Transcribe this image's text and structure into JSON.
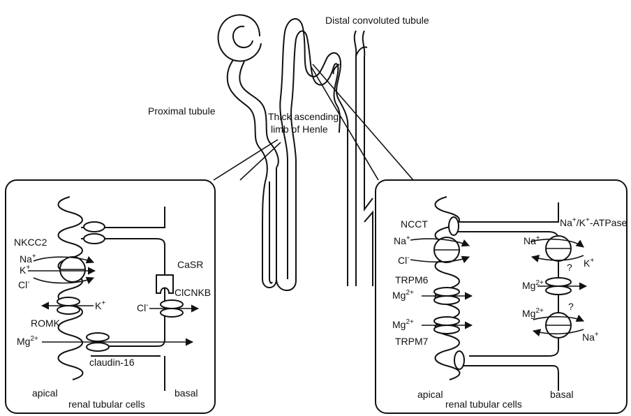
{
  "nephron": {
    "distal_label": "Distal convoluted tubule",
    "proximal_label": "Proximal tubule",
    "thick_label_1": "Thick ascending",
    "thick_label_2": "limb of Henle"
  },
  "left_panel": {
    "nkcc2": "NKCC2",
    "na": "Na",
    "na_sup": "+",
    "k": "K",
    "k_sup": "+",
    "cl": "Cl",
    "cl_sup": "-",
    "k_romk": "K",
    "k_romk_sup": "+",
    "romk": "ROMK",
    "mg": "Mg",
    "mg_sup": "2+",
    "claudin": "claudin-16",
    "casr": "CaSR",
    "clcnkb": "ClCNKB",
    "cl_basal": "Cl",
    "cl_basal_sup": "-",
    "apical": "apical",
    "basal": "basal",
    "cells": "renal tubular cells"
  },
  "right_panel": {
    "ncct": "NCCT",
    "na": "Na",
    "na_sup": "+",
    "cl": "Cl",
    "cl_sup": "-",
    "trpm6": "TRPM6",
    "mg1": "Mg",
    "mg1_sup": "2+",
    "mg2": "Mg",
    "mg2_sup": "2+",
    "trpm7": "TRPM7",
    "atpase_1": "Na",
    "atpase_sup1": "+",
    "atpase_2": "/K",
    "atpase_sup2": "+",
    "atpase_3": "-ATPase",
    "na_basal": "Na",
    "na_basal_sup": "+",
    "k_basal": "K",
    "k_basal_sup": "+",
    "q1": "?",
    "mg_basal": "Mg",
    "mg_basal_sup": "2+",
    "q2": "?",
    "mg_basal2": "Mg",
    "mg_basal2_sup": "2+",
    "na_basal2": "Na",
    "na_basal2_sup": "+",
    "apical": "apical",
    "basal": "basal",
    "cells": "renal tubular cells"
  }
}
